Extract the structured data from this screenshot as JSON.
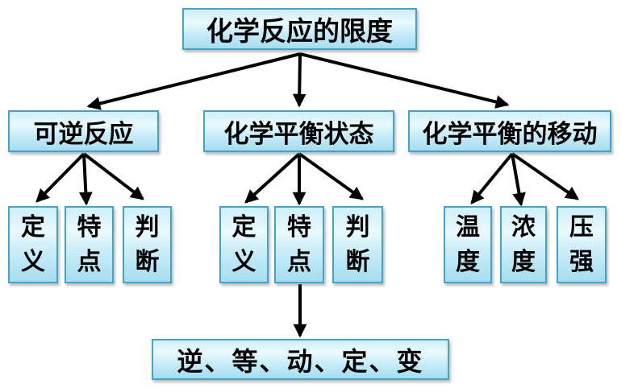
{
  "diagram": {
    "root": {
      "label": "化学反应的限度"
    },
    "branches": [
      {
        "label": "可逆反应",
        "children": [
          {
            "label": "定义"
          },
          {
            "label": "特点"
          },
          {
            "label": "判断"
          }
        ]
      },
      {
        "label": "化学平衡状态",
        "children": [
          {
            "label": "定义"
          },
          {
            "label": "特点"
          },
          {
            "label": "判断"
          }
        ]
      },
      {
        "label": "化学平衡的移动",
        "children": [
          {
            "label": "温度"
          },
          {
            "label": "浓度"
          },
          {
            "label": "压强"
          }
        ]
      }
    ],
    "summary": {
      "label": "逆、等、动、定、变"
    },
    "colors": {
      "background": "#ffffff",
      "node_border": "#41a4cb",
      "node_fill_top": "#cfeef9",
      "node_fill_light": "#eafafd",
      "node_fill_bottom": "#a6ddf0",
      "arrow": "#000000",
      "text": "#000000"
    }
  }
}
